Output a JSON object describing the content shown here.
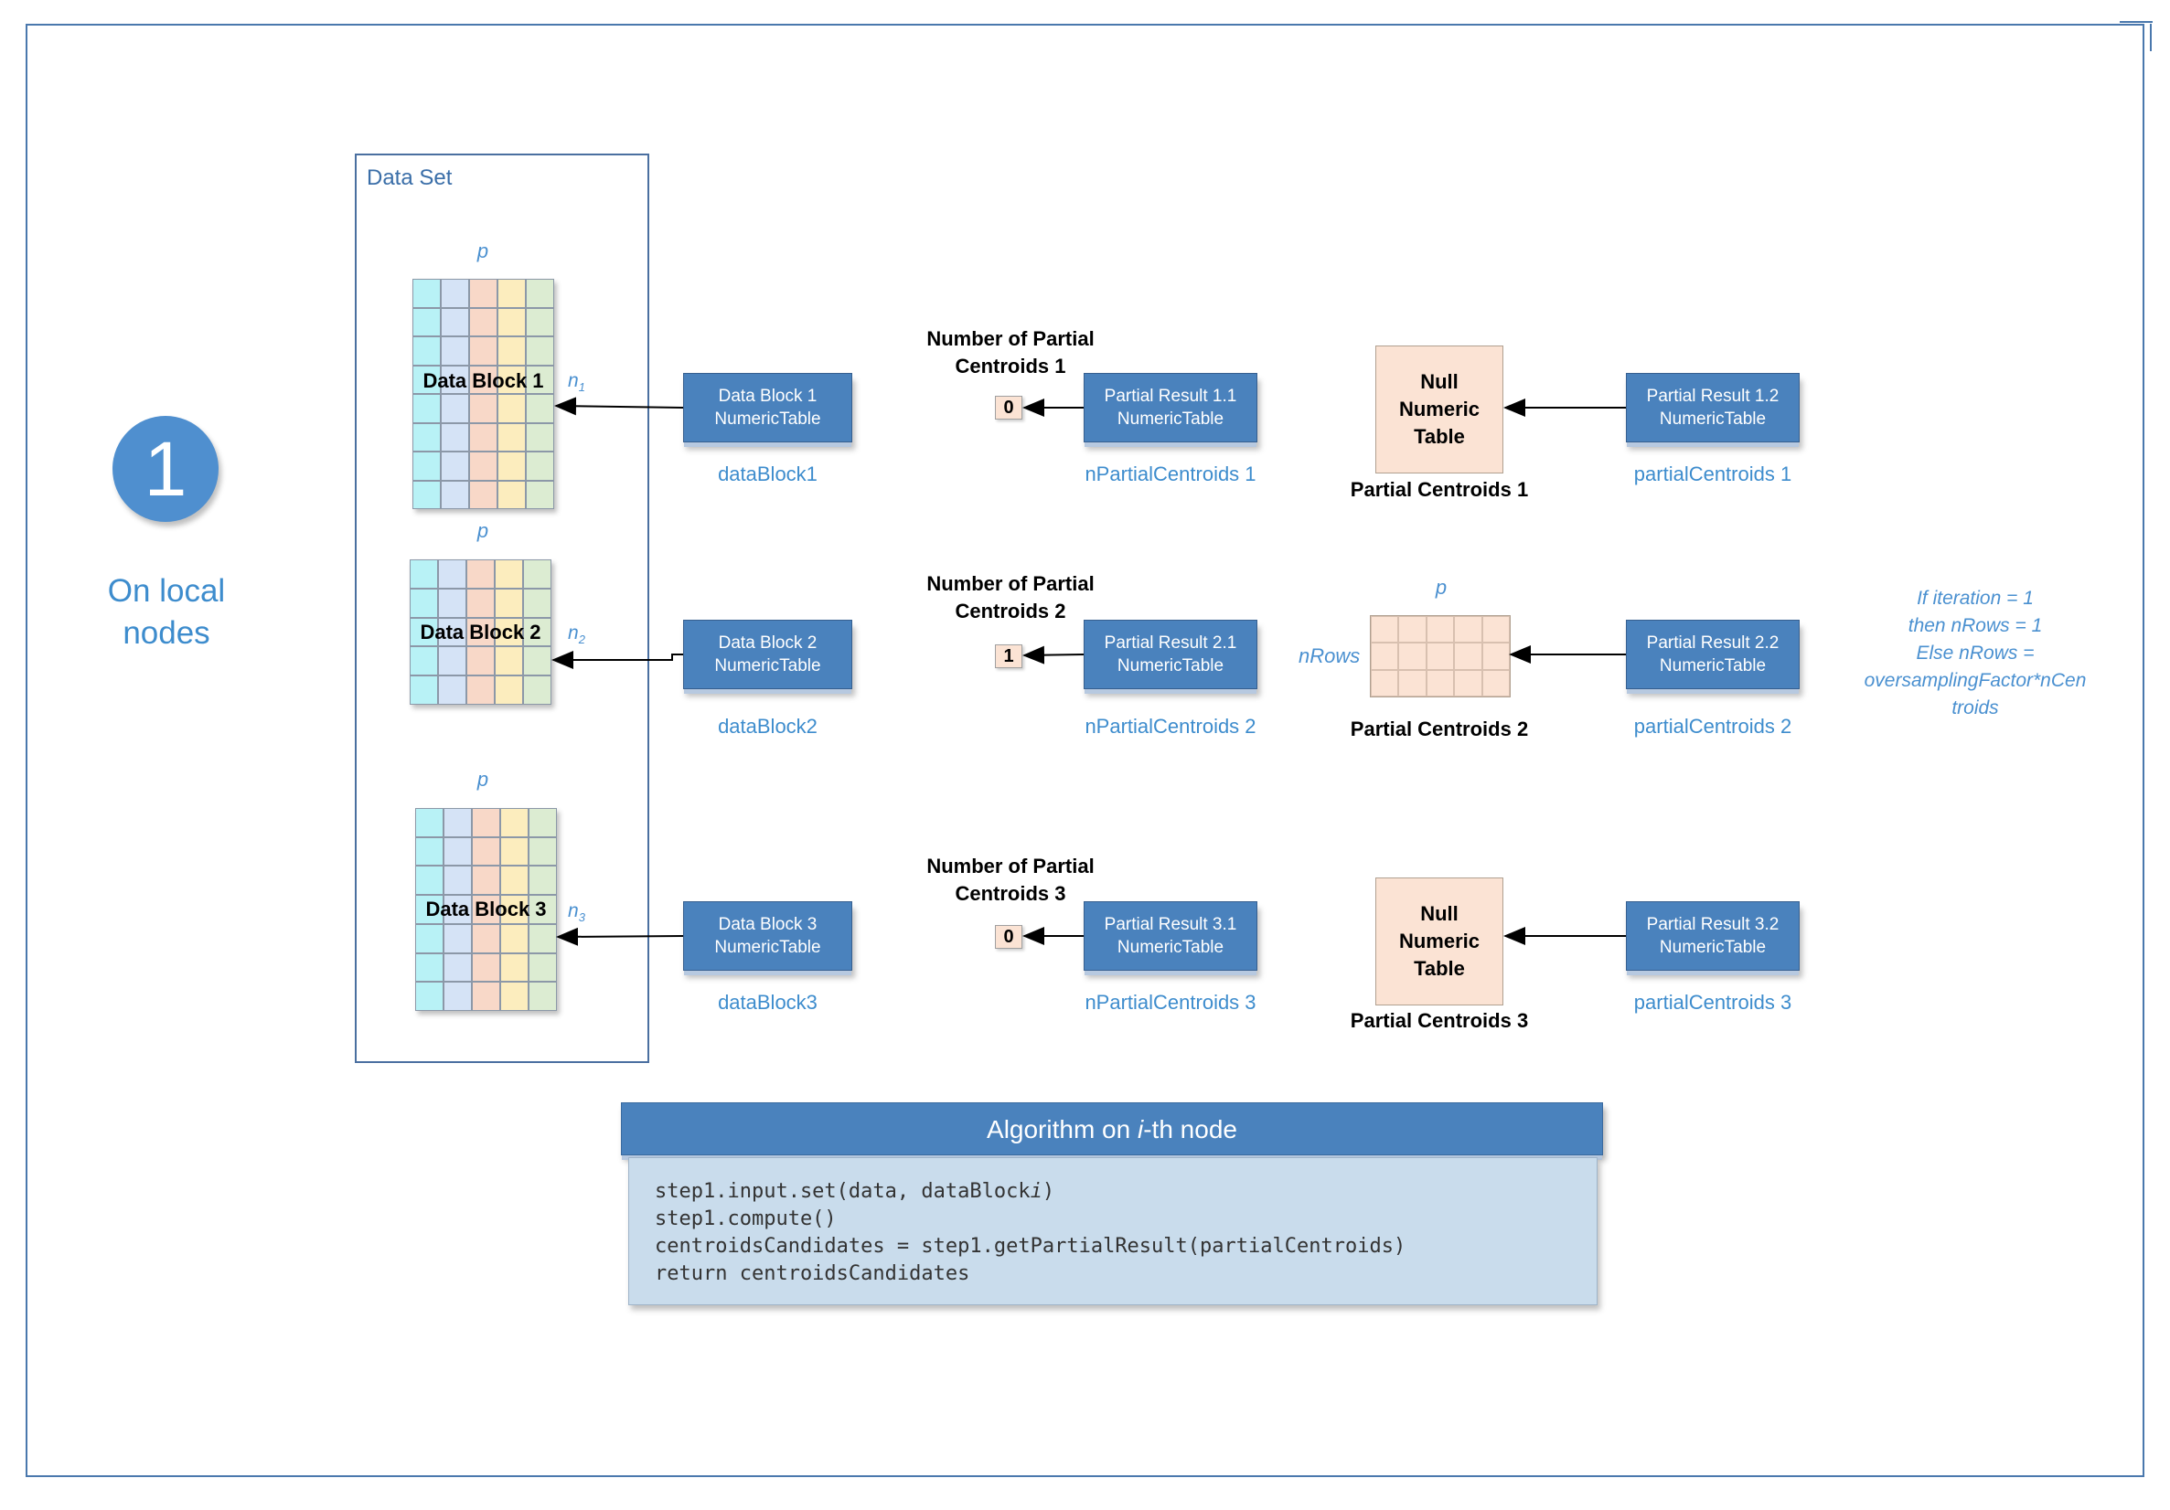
{
  "step": {
    "number": "1",
    "caption_line1": "On local",
    "caption_line2": "nodes"
  },
  "dataset": {
    "title": "Data Set"
  },
  "dimension_label": "p",
  "rows": [
    {
      "grid_label": "Data Block 1",
      "n_base": "n",
      "n_sub": "1",
      "data_box": {
        "line1": "Data Block 1",
        "line2": "NumericTable",
        "var": "dataBlock1"
      },
      "count_title_line1": "Number of Partial",
      "count_title_line2": "Centroids 1",
      "count_value": "0",
      "partial1": {
        "line1": "Partial Result 1.1",
        "line2": "NumericTable",
        "var": "nPartialCentroids 1"
      },
      "centroids_kind": "null",
      "null_lines": [
        "Null",
        "Numeric",
        "Table"
      ],
      "centroids_title": "Partial Centroids 1",
      "partial2": {
        "line1": "Partial Result 1.2",
        "line2": "NumericTable",
        "var": "partialCentroids 1"
      }
    },
    {
      "grid_label": "Data Block 2",
      "n_base": "n",
      "n_sub": "2",
      "data_box": {
        "line1": "Data Block 2",
        "line2": "NumericTable",
        "var": "dataBlock2"
      },
      "count_title_line1": "Number of Partial",
      "count_title_line2": "Centroids 2",
      "count_value": "1",
      "partial1": {
        "line1": "Partial Result 2.1",
        "line2": "NumericTable",
        "var": "nPartialCentroids 2"
      },
      "centroids_kind": "table",
      "rows_label": "nRows",
      "centroids_title": "Partial Centroids 2",
      "partial2": {
        "line1": "Partial Result 2.2",
        "line2": "NumericTable",
        "var": "partialCentroids 2"
      }
    },
    {
      "grid_label": "Data Block 3",
      "n_base": "n",
      "n_sub": "3",
      "data_box": {
        "line1": "Data Block 3",
        "line2": "NumericTable",
        "var": "dataBlock3"
      },
      "count_title_line1": "Number of Partial",
      "count_title_line2": "Centroids 3",
      "count_value": "0",
      "partial1": {
        "line1": "Partial Result 3.1",
        "line2": "NumericTable",
        "var": "nPartialCentroids 3"
      },
      "centroids_kind": "null",
      "null_lines": [
        "Null",
        "Numeric",
        "Table"
      ],
      "centroids_title": "Partial Centroids 3",
      "partial2": {
        "line1": "Partial Result 3.2",
        "line2": "NumericTable",
        "var": "partialCentroids 3"
      }
    }
  ],
  "note": {
    "lines": [
      "If iteration = 1",
      "then nRows = 1",
      "Else nRows =",
      "oversamplingFactor*nCen",
      "troids"
    ]
  },
  "algorithm": {
    "title_prefix": "Algorithm on ",
    "title_italic": "i",
    "title_suffix": "-th node",
    "code": [
      {
        "before": "step1.input.set(data, dataBlock",
        "italic": "i",
        "after": ")"
      },
      {
        "before": "step1.compute()",
        "italic": "",
        "after": ""
      },
      {
        "before": "centroidsCandidates = step1.getPartialResult(partialCentroids)",
        "italic": "",
        "after": ""
      },
      {
        "before": "return centroidsCandidates",
        "italic": "",
        "after": ""
      }
    ]
  },
  "colors": {
    "accent_blue": "#4a82bd",
    "label_blue": "#3d8ccd",
    "peach": "#fbe3d4"
  }
}
